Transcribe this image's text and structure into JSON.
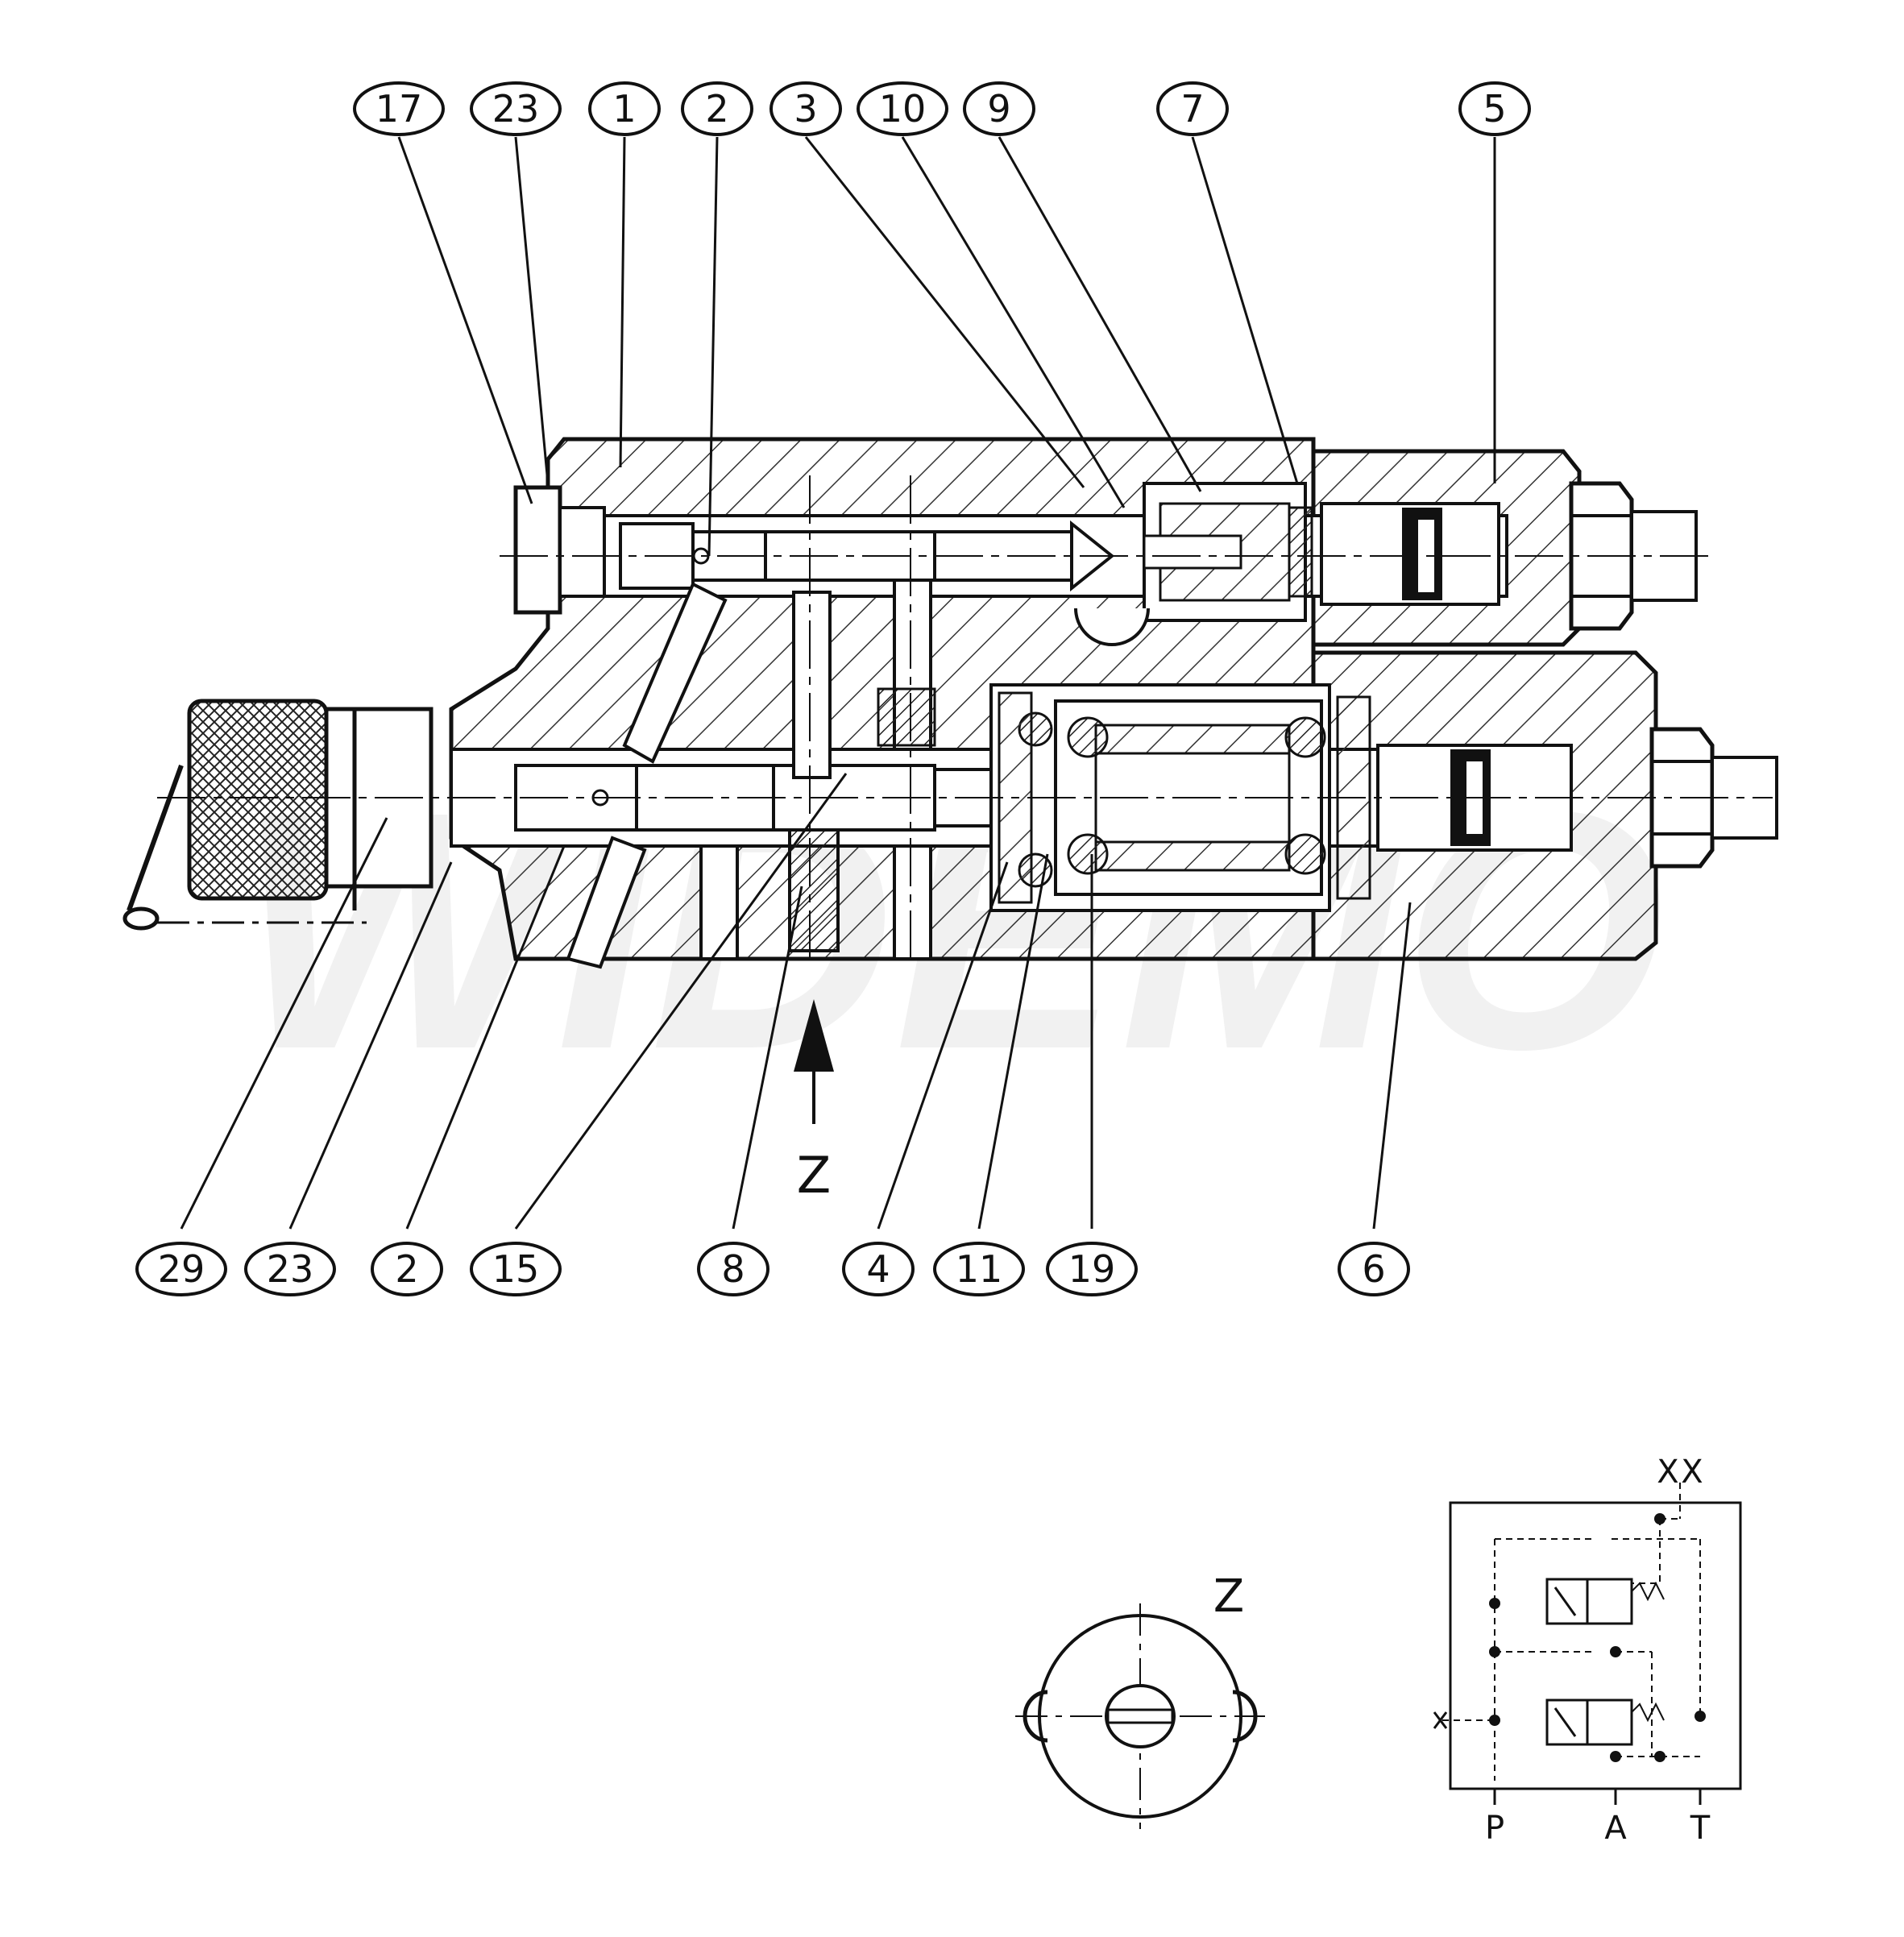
{
  "colors": {
    "ink": "#111111",
    "hatch": "#333333",
    "background": "#ffffff",
    "watermark": "#f1f1f1"
  },
  "watermark": {
    "text": "WIDEMO"
  },
  "top_callouts": [
    "17",
    "23",
    "1",
    "2",
    "3",
    "10",
    "9",
    "7",
    "5"
  ],
  "bottom_callouts": [
    "29",
    "23",
    "2",
    "15",
    "8",
    "4",
    "11",
    "19",
    "6"
  ],
  "view_arrow": {
    "label": "Z"
  },
  "detail_view": {
    "label": "Z"
  },
  "schematic": {
    "ports": {
      "x_left": "X",
      "x_right": "X",
      "p": "P",
      "a": "A",
      "t": "T"
    }
  }
}
